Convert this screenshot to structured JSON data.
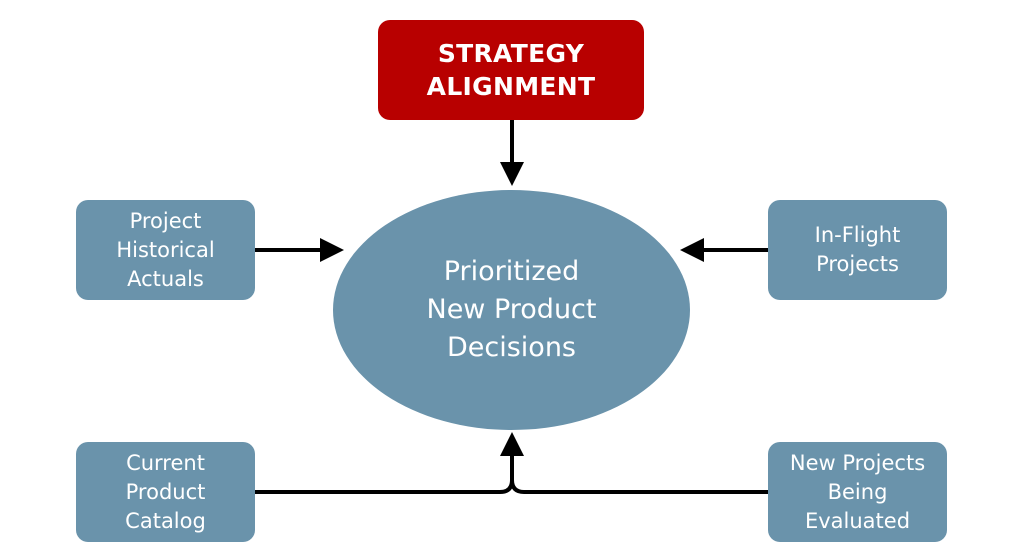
{
  "diagram": {
    "strategy": {
      "line1": "STRATEGY",
      "line2": "ALIGNMENT",
      "color": "#b80000"
    },
    "center": {
      "line1": "Prioritized",
      "line2": "New Product",
      "line3": "Decisions",
      "color": "#6a93ab"
    },
    "historical": {
      "line1": "Project",
      "line2": "Historical",
      "line3": "Actuals"
    },
    "inflight": {
      "line1": "In-Flight",
      "line2": "Projects"
    },
    "catalog": {
      "line1": "Current",
      "line2": "Product",
      "line3": "Catalog"
    },
    "new_projects": {
      "line1": "New Projects",
      "line2": "Being",
      "line3": "Evaluated"
    },
    "box_color": "#6a93ab",
    "arrow_color": "#000000"
  }
}
